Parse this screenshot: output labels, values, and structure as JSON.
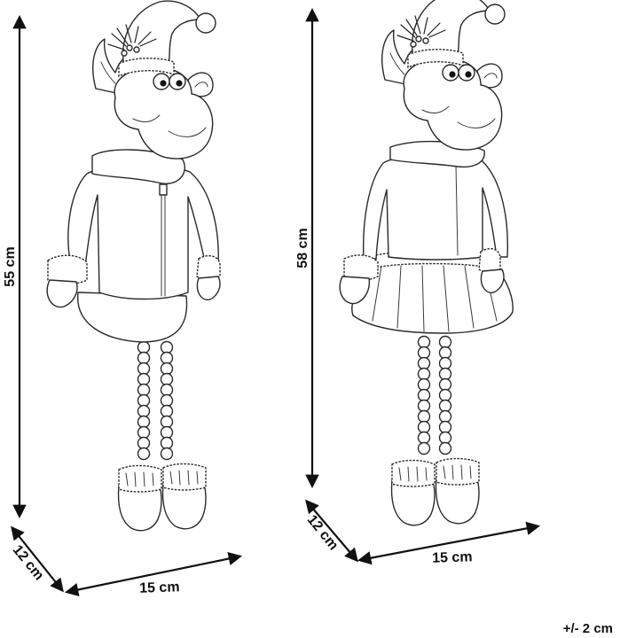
{
  "figures": [
    {
      "name": "reindeer-boy",
      "height_label": "55 cm",
      "depth_label": "12 cm",
      "width_label": "15 cm"
    },
    {
      "name": "reindeer-girl",
      "height_label": "58 cm",
      "depth_label": "12 cm",
      "width_label": "15 cm"
    }
  ],
  "tolerance_label": "+/- 2 cm"
}
